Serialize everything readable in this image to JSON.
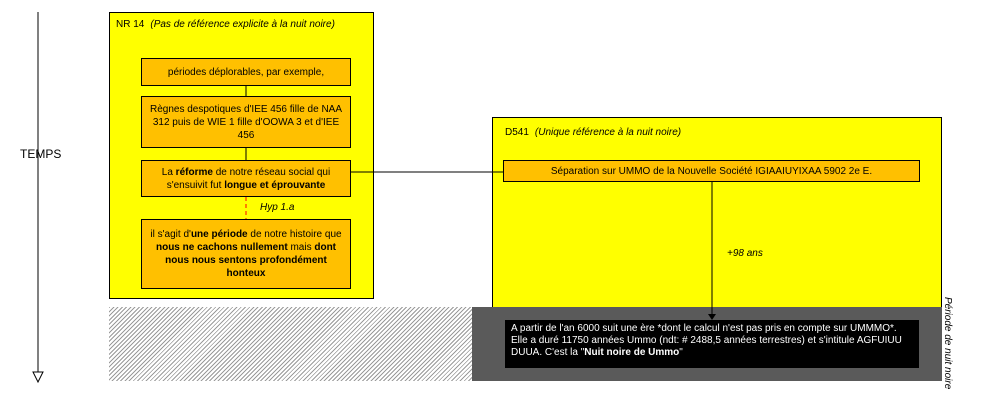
{
  "axis": {
    "label": "TEMPS"
  },
  "nr14": {
    "id": "NR 14",
    "note": "(Pas de référence explicite à la nuit noire)",
    "node1": "périodes déplorables, par exemple,",
    "node2": "Règnes despotiques d'IEE 456 fille de NAA 312 puis de WIE 1 fille d'OOWA 3 et d'IEE 456",
    "node3": {
      "p1": "La ",
      "b1": "réforme",
      "p2": " de notre réseau social qui s'ensuivit fut ",
      "b2": "longue et éprouvante"
    },
    "hyp": "Hyp 1.a",
    "node4": {
      "p1": "il s'agit d'",
      "b1": "une période",
      "p2": " de notre histoire que ",
      "b2": "nous ne cachons nullement",
      "p3": " mais ",
      "b3": "dont nous nous sentons profondément honteux"
    }
  },
  "d541": {
    "id": "D541",
    "note": "(Unique référence à la nuit noire)",
    "node1": "Séparation sur UMMO de la Nouvelle Société IGIAAIUYIXAA  5902  2e E.",
    "years": "+98 ans",
    "black": {
      "p1": "A partir de l'an 6000 suit une ère *dont le calcul n'est pas pris en compte sur UMMMO*.  Elle a duré 11750 années Ummo (ndt: # 2488,5 années terrestres) et s'intitule AGFUIUU  DUUA. C'est la \"",
      "b1": "Nuit noire de Ummo",
      "p2": "\""
    }
  },
  "band": {
    "label": "Période de nuit noire"
  },
  "colors": {
    "panel": "#ffff00",
    "node": "#ffc000",
    "band": "#5a5a5a",
    "hyp_line": "#ff0000"
  }
}
